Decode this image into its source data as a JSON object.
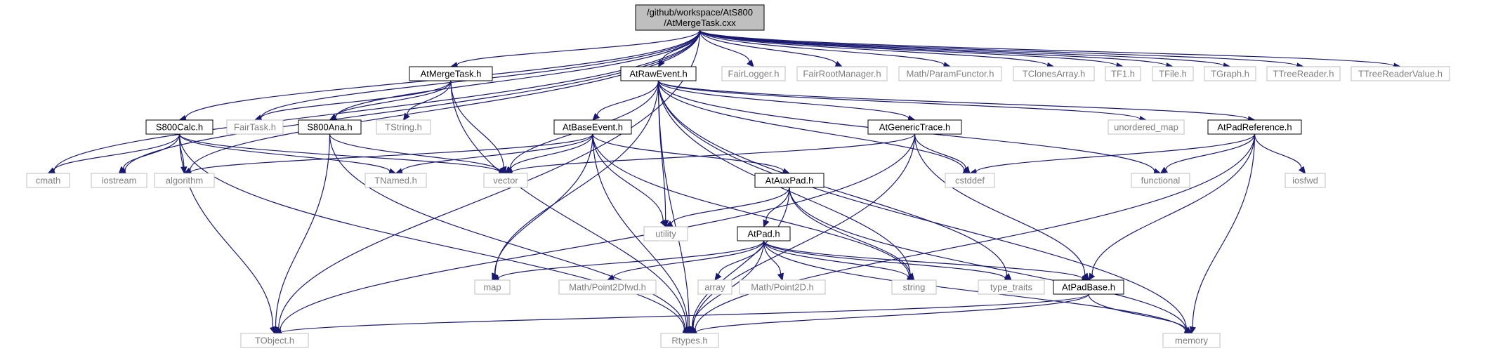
{
  "colors": {
    "edge": "#191970",
    "root_fill": "#bfbfbf",
    "local_border": "#000000",
    "external_border": "#bfbfbf",
    "external_text": "#7f7f7f"
  },
  "nodes": [
    {
      "id": "root",
      "lines": [
        "/github/workspace/AtS800",
        "/AtMergeTask.cxx"
      ],
      "kind": "root"
    },
    {
      "id": "atmergetask_h",
      "lines": [
        "AtMergeTask.h"
      ],
      "kind": "local"
    },
    {
      "id": "atrawevent_h",
      "lines": [
        "AtRawEvent.h"
      ],
      "kind": "local"
    },
    {
      "id": "fairlogger_h",
      "lines": [
        "FairLogger.h"
      ],
      "kind": "ext"
    },
    {
      "id": "fairrootmanager_h",
      "lines": [
        "FairRootManager.h"
      ],
      "kind": "ext"
    },
    {
      "id": "paramfunctor_h",
      "lines": [
        "Math/ParamFunctor.h"
      ],
      "kind": "ext"
    },
    {
      "id": "tclonesarray_h",
      "lines": [
        "TClonesArray.h"
      ],
      "kind": "ext"
    },
    {
      "id": "tf1_h",
      "lines": [
        "TF1.h"
      ],
      "kind": "ext"
    },
    {
      "id": "tfile_h",
      "lines": [
        "TFile.h"
      ],
      "kind": "ext"
    },
    {
      "id": "tgraph_h",
      "lines": [
        "TGraph.h"
      ],
      "kind": "ext"
    },
    {
      "id": "ttreereader_h",
      "lines": [
        "TTreeReader.h"
      ],
      "kind": "ext"
    },
    {
      "id": "ttreereadervalue_h",
      "lines": [
        "TTreeReaderValue.h"
      ],
      "kind": "ext"
    },
    {
      "id": "s800calc_h",
      "lines": [
        "S800Calc.h"
      ],
      "kind": "local"
    },
    {
      "id": "fairtask_h",
      "lines": [
        "FairTask.h"
      ],
      "kind": "ext"
    },
    {
      "id": "s800ana_h",
      "lines": [
        "S800Ana.h"
      ],
      "kind": "local"
    },
    {
      "id": "tstring_h",
      "lines": [
        "TString.h"
      ],
      "kind": "ext"
    },
    {
      "id": "atbaseevent_h",
      "lines": [
        "AtBaseEvent.h"
      ],
      "kind": "local"
    },
    {
      "id": "atgenerictrace_h",
      "lines": [
        "AtGenericTrace.h"
      ],
      "kind": "local"
    },
    {
      "id": "unordered_map",
      "lines": [
        "unordered_map"
      ],
      "kind": "ext"
    },
    {
      "id": "atpadreference_h",
      "lines": [
        "AtPadReference.h"
      ],
      "kind": "local"
    },
    {
      "id": "cmath",
      "lines": [
        "cmath"
      ],
      "kind": "ext"
    },
    {
      "id": "iostream",
      "lines": [
        "iostream"
      ],
      "kind": "ext"
    },
    {
      "id": "algorithm",
      "lines": [
        "algorithm"
      ],
      "kind": "ext"
    },
    {
      "id": "tnamed_h",
      "lines": [
        "TNamed.h"
      ],
      "kind": "ext"
    },
    {
      "id": "vector",
      "lines": [
        "vector"
      ],
      "kind": "ext"
    },
    {
      "id": "cstddef",
      "lines": [
        "cstddef"
      ],
      "kind": "ext"
    },
    {
      "id": "functional",
      "lines": [
        "functional"
      ],
      "kind": "ext"
    },
    {
      "id": "iosfwd",
      "lines": [
        "iosfwd"
      ],
      "kind": "ext"
    },
    {
      "id": "ataux_pad_h",
      "lines": [
        "AtAuxPad.h"
      ],
      "kind": "local"
    },
    {
      "id": "utility",
      "lines": [
        "utility"
      ],
      "kind": "ext"
    },
    {
      "id": "atpad_h",
      "lines": [
        "AtPad.h"
      ],
      "kind": "local"
    },
    {
      "id": "map",
      "lines": [
        "map"
      ],
      "kind": "ext"
    },
    {
      "id": "point2dfwd_h",
      "lines": [
        "Math/Point2Dfwd.h"
      ],
      "kind": "ext"
    },
    {
      "id": "array",
      "lines": [
        "array"
      ],
      "kind": "ext"
    },
    {
      "id": "point2d_h",
      "lines": [
        "Math/Point2D.h"
      ],
      "kind": "ext"
    },
    {
      "id": "string",
      "lines": [
        "string"
      ],
      "kind": "ext"
    },
    {
      "id": "type_traits",
      "lines": [
        "type_traits"
      ],
      "kind": "ext"
    },
    {
      "id": "atpadbase_h",
      "lines": [
        "AtPadBase.h"
      ],
      "kind": "local"
    },
    {
      "id": "tobject_h",
      "lines": [
        "TObject.h"
      ],
      "kind": "ext"
    },
    {
      "id": "rtypes_h",
      "lines": [
        "Rtypes.h"
      ],
      "kind": "ext"
    },
    {
      "id": "memory",
      "lines": [
        "memory"
      ],
      "kind": "ext"
    }
  ],
  "edges": [
    [
      "root",
      "atmergetask_h"
    ],
    [
      "root",
      "atrawevent_h"
    ],
    [
      "root",
      "fairlogger_h"
    ],
    [
      "root",
      "fairrootmanager_h"
    ],
    [
      "root",
      "paramfunctor_h"
    ],
    [
      "root",
      "tclonesarray_h"
    ],
    [
      "root",
      "tf1_h"
    ],
    [
      "root",
      "tfile_h"
    ],
    [
      "root",
      "tgraph_h"
    ],
    [
      "root",
      "ttreereader_h"
    ],
    [
      "root",
      "ttreereadervalue_h"
    ],
    [
      "root",
      "s800calc_h"
    ],
    [
      "root",
      "fairtask_h"
    ],
    [
      "root",
      "s800ana_h"
    ],
    [
      "root",
      "cmath"
    ],
    [
      "root",
      "iostream"
    ],
    [
      "root",
      "algorithm"
    ],
    [
      "root",
      "tobject_h"
    ],
    [
      "atmergetask_h",
      "fairtask_h"
    ],
    [
      "atmergetask_h",
      "s800ana_h"
    ],
    [
      "atmergetask_h",
      "tstring_h"
    ],
    [
      "atmergetask_h",
      "vector"
    ],
    [
      "atmergetask_h",
      "rtypes_h"
    ],
    [
      "s800calc_h",
      "cmath"
    ],
    [
      "s800calc_h",
      "iostream"
    ],
    [
      "s800calc_h",
      "algorithm"
    ],
    [
      "s800calc_h",
      "tnamed_h"
    ],
    [
      "s800calc_h",
      "vector"
    ],
    [
      "s800calc_h",
      "tobject_h"
    ],
    [
      "s800calc_h",
      "rtypes_h"
    ],
    [
      "s800ana_h",
      "vector"
    ],
    [
      "s800ana_h",
      "tobject_h"
    ],
    [
      "s800ana_h",
      "rtypes_h"
    ],
    [
      "atrawevent_h",
      "atbaseevent_h"
    ],
    [
      "atrawevent_h",
      "atgenerictrace_h"
    ],
    [
      "atrawevent_h",
      "unordered_map"
    ],
    [
      "atrawevent_h",
      "atpadreference_h"
    ],
    [
      "atrawevent_h",
      "vector"
    ],
    [
      "atrawevent_h",
      "map"
    ],
    [
      "atrawevent_h",
      "utility"
    ],
    [
      "atrawevent_h",
      "string"
    ],
    [
      "atrawevent_h",
      "cstddef"
    ],
    [
      "atrawevent_h",
      "functional"
    ],
    [
      "atrawevent_h",
      "type_traits"
    ],
    [
      "atrawevent_h",
      "memory"
    ],
    [
      "atrawevent_h",
      "rtypes_h"
    ],
    [
      "atbaseevent_h",
      "algorithm"
    ],
    [
      "atbaseevent_h",
      "tnamed_h"
    ],
    [
      "atbaseevent_h",
      "vector"
    ],
    [
      "atbaseevent_h",
      "ataux_pad_h"
    ],
    [
      "atbaseevent_h",
      "utility"
    ],
    [
      "atbaseevent_h",
      "map"
    ],
    [
      "atbaseevent_h",
      "string"
    ],
    [
      "atbaseevent_h",
      "rtypes_h"
    ],
    [
      "atgenerictrace_h",
      "vector"
    ],
    [
      "atgenerictrace_h",
      "cstddef"
    ],
    [
      "atgenerictrace_h",
      "atpadbase_h"
    ],
    [
      "atgenerictrace_h",
      "tobject_h"
    ],
    [
      "atgenerictrace_h",
      "rtypes_h"
    ],
    [
      "atpadreference_h",
      "cstddef"
    ],
    [
      "atpadreference_h",
      "functional"
    ],
    [
      "atpadreference_h",
      "iosfwd"
    ],
    [
      "atpadreference_h",
      "atpadbase_h"
    ],
    [
      "atpadreference_h",
      "memory"
    ],
    [
      "atpadreference_h",
      "rtypes_h"
    ],
    [
      "ataux_pad_h",
      "atpad_h"
    ],
    [
      "ataux_pad_h",
      "utility"
    ],
    [
      "ataux_pad_h",
      "string"
    ],
    [
      "ataux_pad_h",
      "memory"
    ],
    [
      "ataux_pad_h",
      "rtypes_h"
    ],
    [
      "atpad_h",
      "map"
    ],
    [
      "atpad_h",
      "point2dfwd_h"
    ],
    [
      "atpad_h",
      "array"
    ],
    [
      "atpad_h",
      "point2d_h"
    ],
    [
      "atpad_h",
      "string"
    ],
    [
      "atpad_h",
      "type_traits"
    ],
    [
      "atpad_h",
      "atpadbase_h"
    ],
    [
      "atpad_h",
      "memory"
    ],
    [
      "atpad_h",
      "rtypes_h"
    ],
    [
      "atpadbase_h",
      "tobject_h"
    ],
    [
      "atpadbase_h",
      "rtypes_h"
    ],
    [
      "atpadbase_h",
      "memory"
    ]
  ]
}
